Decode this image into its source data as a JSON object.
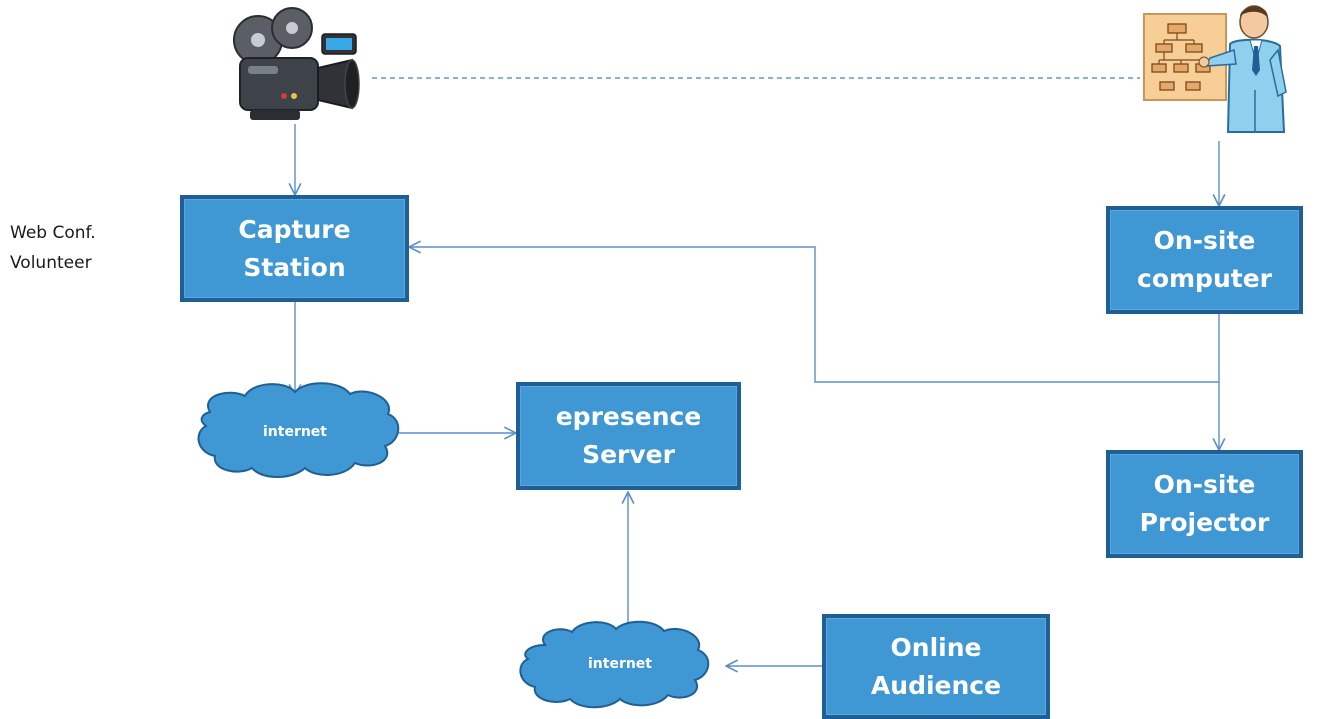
{
  "side_label": {
    "line1": "Web Conf.",
    "line2": "Volunteer"
  },
  "nodes": {
    "capture_station": {
      "line1": "Capture",
      "line2": "Station"
    },
    "onsite_computer": {
      "line1": "On-site",
      "line2": "computer"
    },
    "epresence_server": {
      "line1": "epresence",
      "line2": "Server"
    },
    "onsite_projector": {
      "line1": "On-site",
      "line2": "Projector"
    },
    "online_audience": {
      "line1": "Online",
      "line2": "Audience"
    }
  },
  "clouds": {
    "internet_upper": "internet",
    "internet_lower": "internet"
  },
  "icons": {
    "camera": "video-camera-icon",
    "presenter": "presenter-icon"
  },
  "colors": {
    "box_fill": "#3f97d4",
    "box_border": "#1f5f96",
    "cloud_fill": "#3f97d4",
    "connector": "#5b8fc7"
  }
}
